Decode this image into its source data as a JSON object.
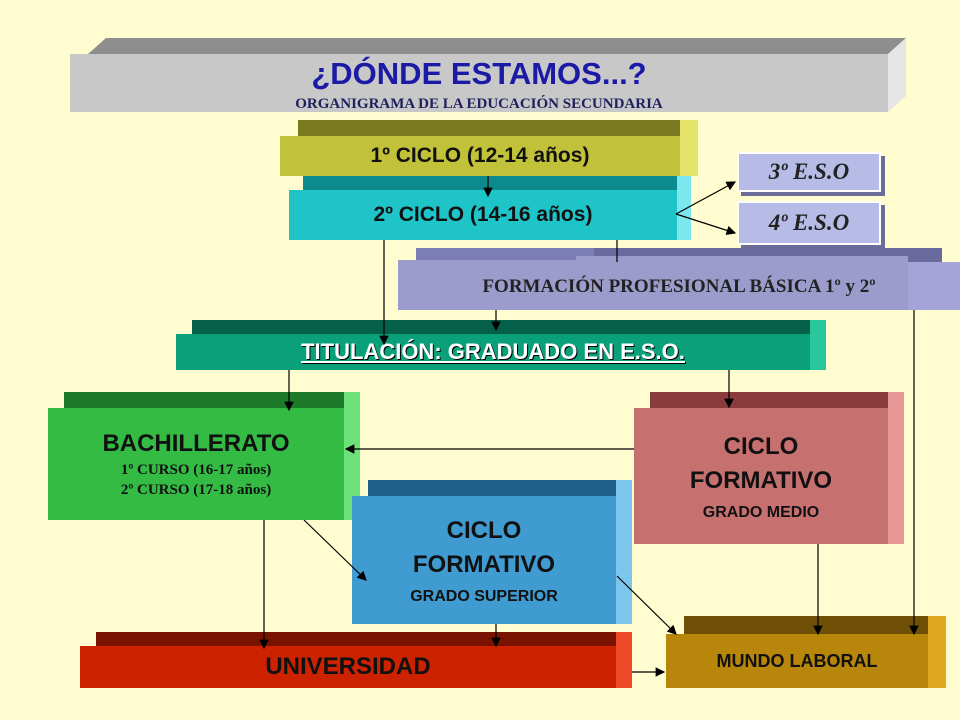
{
  "header": {
    "title": "¿DÓNDE ESTAMOS...?",
    "subtitle": "ORGANIGRAMA DE LA EDUCACIÓN SECUNDARIA"
  },
  "ciclo1": {
    "label": "1º CICLO  (12-14 años)"
  },
  "ciclo2": {
    "label": "2º CICLO  (14-16 años)"
  },
  "eso3": {
    "label": "3º E.S.O"
  },
  "eso4": {
    "label": "4º E.S.O"
  },
  "fpb": {
    "label": "FORMACIÓN PROFESIONAL BÁSICA  1º y 2º"
  },
  "titulacion": {
    "label": "TITULACIÓN:  GRADUADO EN E.S.O."
  },
  "bachillerato": {
    "title": "BACHILLERATO",
    "curso1": "1º CURSO  (16-17 años)",
    "curso2": "2º CURSO  (17-18 años)"
  },
  "cfgm": {
    "line1": "CICLO",
    "line2": "FORMATIVO",
    "sub": "GRADO MEDIO"
  },
  "cfgs": {
    "line1": "CICLO",
    "line2": "FORMATIVO",
    "sub": "GRADO SUPERIOR"
  },
  "universidad": {
    "label": "UNIVERSIDAD"
  },
  "laboral": {
    "label": "MUNDO LABORAL"
  },
  "colors": {
    "background": "#fffccf",
    "header": "#c8c8c8",
    "ciclo1": "#c2c23a",
    "ciclo2": "#1ec4c8",
    "eso": "#b7bce6",
    "fpb": "#9c9ccc",
    "titulacion": "#0aa07a",
    "bachillerato": "#33bb44",
    "cfgm": "#c77070",
    "cfgs": "#3f9bd0",
    "universidad": "#cc2200",
    "laboral": "#b8860b"
  }
}
